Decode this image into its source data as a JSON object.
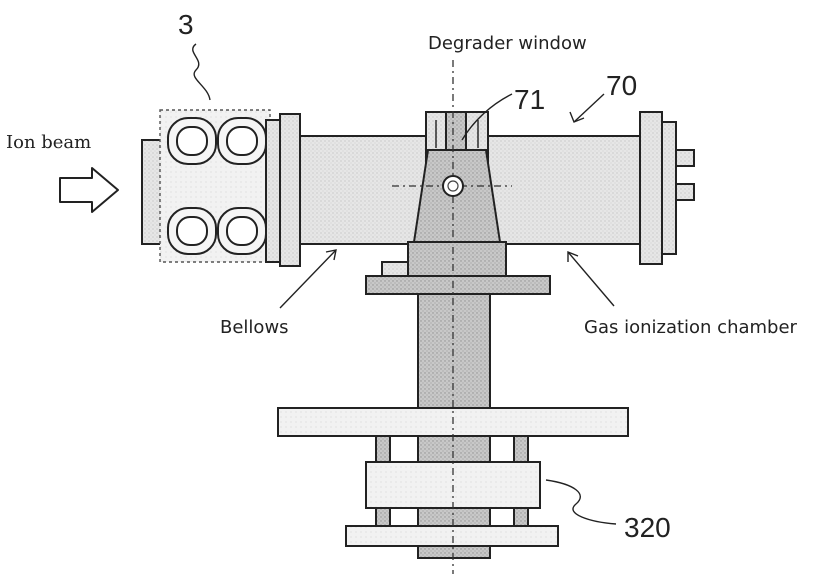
{
  "labels": {
    "ref_3": "3",
    "degrader_window": "Degrader window",
    "ref_71": "71",
    "ref_70": "70",
    "ion_beam": "Ion beam",
    "bellows": "Bellows",
    "gas_ionization_chamber": "Gas ionization chamber",
    "ref_320": "320"
  },
  "colors": {
    "line": "#222222",
    "fill_light": "#e9e9e9",
    "fill_mid": "#d6d6d6",
    "fill_dark": "#bdbdbd",
    "background": "#ffffff"
  }
}
